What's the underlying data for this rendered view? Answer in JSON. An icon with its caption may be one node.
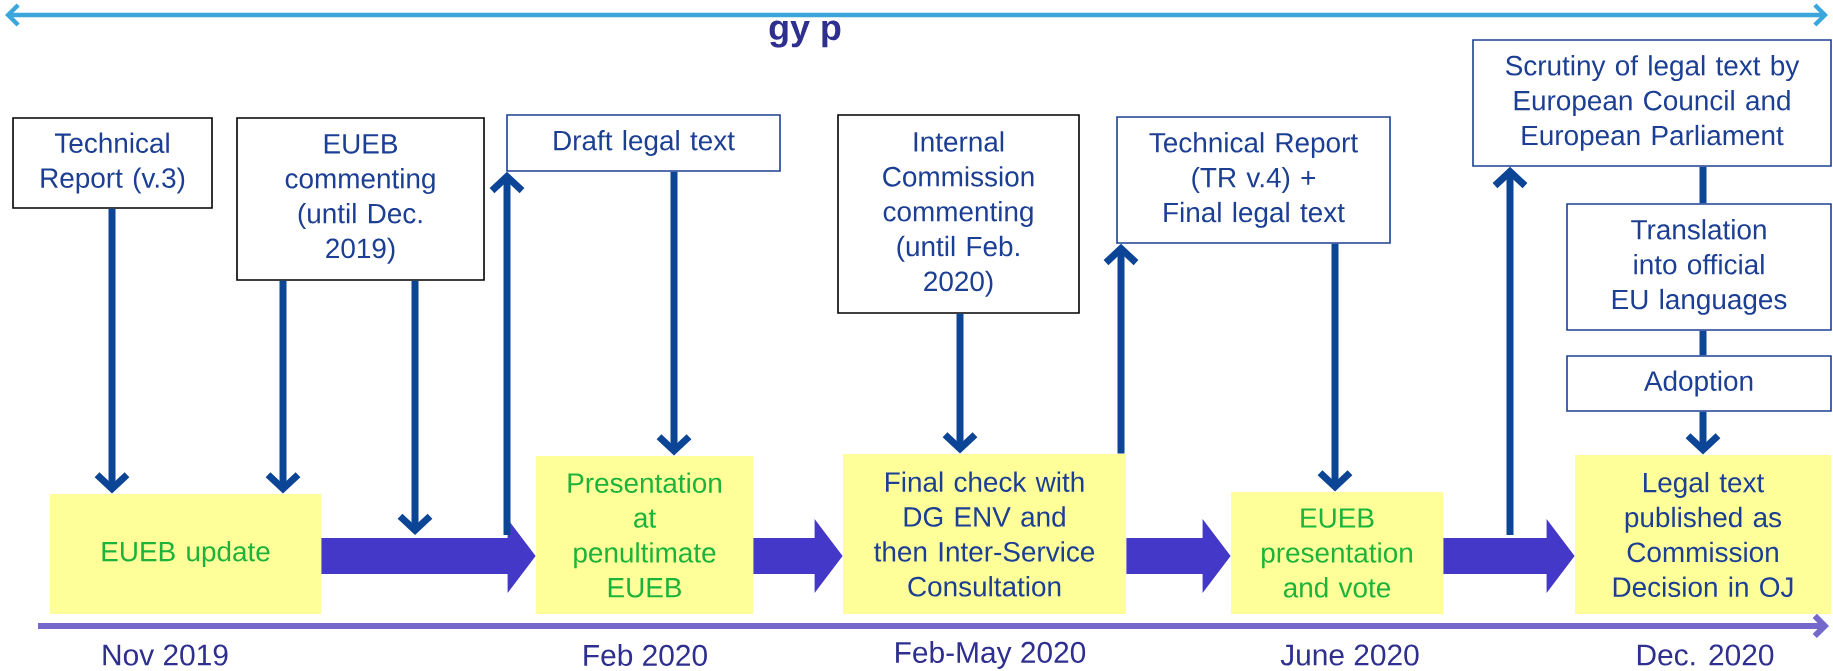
{
  "diagram": {
    "nodes": [
      {
        "text": [
          "Technical Report (v.3)"
        ]
      },
      {
        "text": [
          "EUEB commenting (until Dec. 2019)"
        ]
      },
      {
        "text": [
          "Draft legal text"
        ]
      },
      {
        "text": [
          "Internal Commission commenting (until Feb. 2020)"
        ]
      },
      {
        "text": [
          "Technical Report (TR v.4) + Final legal text"
        ]
      },
      {
        "text": [
          "Scrutiny of legal text by European Council and European Parliament"
        ]
      },
      {
        "text": [
          "Translation into official EU languages"
        ]
      },
      {
        "text": [
          "Adoption"
        ]
      },
      {
        "text": [
          "EUEB update"
        ]
      },
      {
        "text": [
          "Presentation at penultimate EUEB"
        ]
      },
      {
        "text": [
          "Final check with DG ENV and then Inter-Service Consultation"
        ]
      },
      {
        "text": [
          "EUEB presentation and vote"
        ]
      },
      {
        "text": [
          "Legal text published as Commission Decision in OJ"
        ]
      }
    ],
    "edges": [
      {
        "from": 0,
        "to": 8,
        "arrow": "to"
      },
      {
        "from": 1,
        "to": 8,
        "arrow": "to"
      },
      {
        "from": 1,
        "to": null,
        "arrow": "to"
      },
      {
        "from": 8,
        "to": 9,
        "arrow": "to",
        "style": "thick",
        "color": "#4338c8"
      },
      {
        "from": null,
        "to": 2,
        "arrow": "to"
      },
      {
        "from": 2,
        "to": 9,
        "arrow": "to"
      },
      {
        "from": 9,
        "to": 10,
        "arrow": "to",
        "style": "thick",
        "color": "#4338c8"
      },
      {
        "from": 3,
        "to": 10,
        "arrow": "to"
      },
      {
        "from": 10,
        "to": 4,
        "arrow": "to"
      },
      {
        "from": 10,
        "to": 11,
        "arrow": "to",
        "style": "thick",
        "color": "#4338c8"
      },
      {
        "from": 4,
        "to": 11,
        "arrow": "to"
      },
      {
        "from": 11,
        "to": 12,
        "arrow": "to",
        "style": "thick",
        "color": "#4338c8"
      },
      {
        "from": null,
        "to": 5,
        "arrow": "to"
      },
      {
        "from": 5,
        "to": 6,
        "arrow": "none"
      },
      {
        "from": 6,
        "to": 7,
        "arrow": "none"
      },
      {
        "from": 7,
        "to": 12,
        "arrow": "to"
      }
    ],
    "labels": [
      "gy p",
      "Nov 2019",
      "Feb 2020",
      "Feb-May 2020",
      "June 2020",
      "Dec. 2020"
    ]
  }
}
